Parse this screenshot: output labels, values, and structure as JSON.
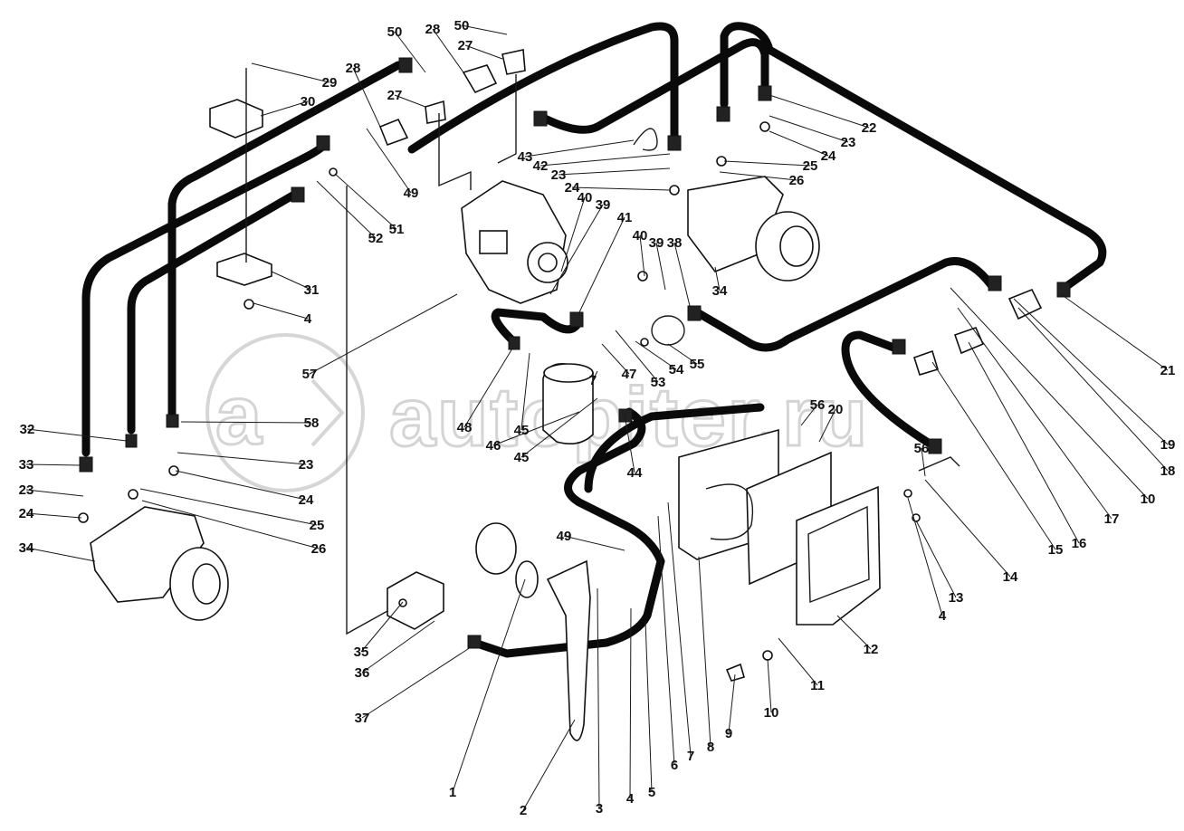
{
  "watermark": {
    "text": "autopiter.ru",
    "logo_letter": "a"
  },
  "callouts": [
    "1",
    "2",
    "3",
    "4",
    "5",
    "6",
    "7",
    "8",
    "9",
    "10",
    "11",
    "12",
    "13",
    "4",
    "14",
    "15",
    "16",
    "17",
    "10",
    "18",
    "19",
    "21",
    "20",
    "56",
    "56",
    "22",
    "23",
    "24",
    "25",
    "26",
    "34",
    "38",
    "39",
    "40",
    "41",
    "39",
    "40",
    "55",
    "54",
    "53",
    "47",
    "7",
    "44",
    "45",
    "46",
    "45",
    "48",
    "43",
    "42",
    "23",
    "24",
    "27",
    "28",
    "50",
    "27",
    "28",
    "50",
    "29",
    "30",
    "31",
    "4",
    "49",
    "51",
    "52",
    "57",
    "58",
    "32",
    "33",
    "23",
    "24",
    "34",
    "23",
    "24",
    "25",
    "26",
    "35",
    "36",
    "37",
    "49"
  ]
}
